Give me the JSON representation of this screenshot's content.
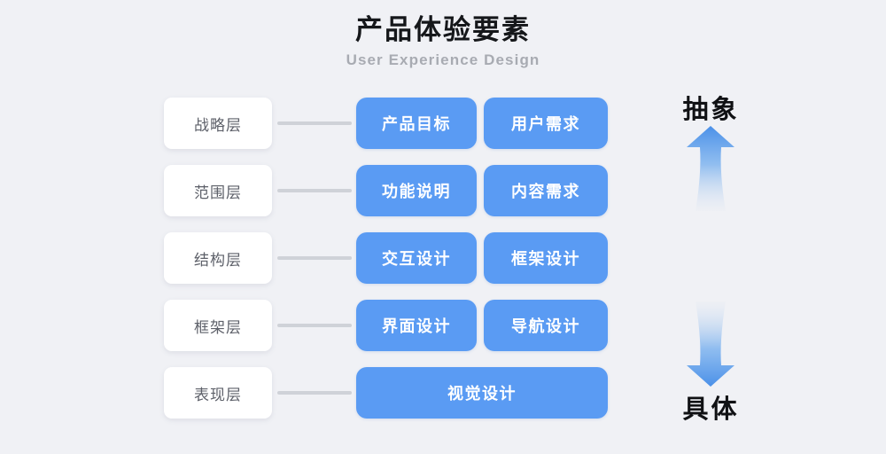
{
  "header": {
    "title": "产品体验要素",
    "subtitle": "User Experience Design"
  },
  "colors": {
    "background": "#f0f1f5",
    "card_blue": "#5a9bf3",
    "arrow_blue": "#4a90e8",
    "label_card_white": "#ffffff",
    "label_text_gray": "#5d6069",
    "subtitle_gray": "#a8abb2",
    "connector_gray": "#cfd2d8",
    "title_black": "#15171a"
  },
  "diagram": {
    "rows": [
      {
        "layer": "战略层",
        "connector": "connector-line",
        "cards": [
          {
            "label": "产品目标",
            "span": "half"
          },
          {
            "label": "用户需求",
            "span": "half"
          }
        ]
      },
      {
        "layer": "范围层",
        "connector": "connector-line",
        "cards": [
          {
            "label": "功能说明",
            "span": "half"
          },
          {
            "label": "内容需求",
            "span": "half"
          }
        ]
      },
      {
        "layer": "结构层",
        "connector": "connector-line",
        "cards": [
          {
            "label": "交互设计",
            "span": "half"
          },
          {
            "label": "框架设计",
            "span": "half"
          }
        ]
      },
      {
        "layer": "框架层",
        "connector": "connector-line",
        "cards": [
          {
            "label": "界面设计",
            "span": "half"
          },
          {
            "label": "导航设计",
            "span": "half"
          }
        ]
      },
      {
        "layer": "表现层",
        "connector": "connector-line",
        "cards": [
          {
            "label": "视觉设计",
            "span": "full"
          }
        ]
      }
    ]
  },
  "axis": {
    "top_label": "抽象",
    "bottom_label": "具体",
    "up_arrow_icon": "arrow-up-icon",
    "down_arrow_icon": "arrow-down-icon"
  }
}
